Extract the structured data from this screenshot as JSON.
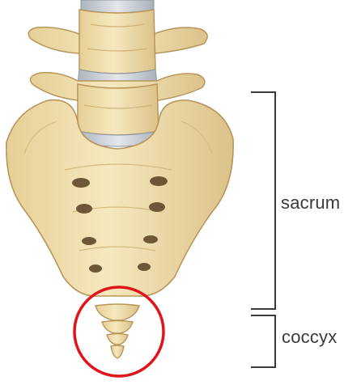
{
  "labels": {
    "sacrum": "sacrum",
    "coccyx": "coccyx"
  },
  "colors": {
    "bone": "#f1dfae",
    "bone_shade": "#d9be85",
    "bone_dark": "#b8955a",
    "disc": "#c7ccd3",
    "foramen": "#6e5636",
    "bracket": "#3a3a3a",
    "highlight_circle": "#e0141b",
    "background": "#ffffff"
  },
  "highlight": {
    "target": "coccyx",
    "shape": "circle"
  }
}
